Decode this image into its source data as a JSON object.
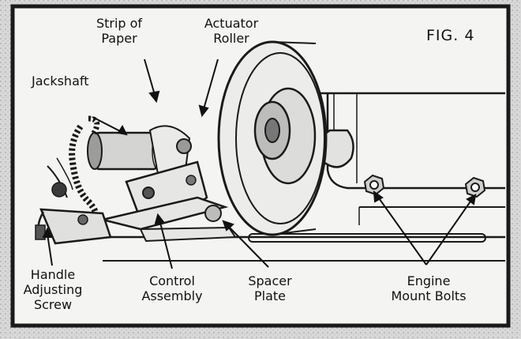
{
  "figure": {
    "id_label": "FIG. 4",
    "labels": {
      "strip_of_paper": [
        "Strip of",
        "Paper"
      ],
      "actuator_roller": [
        "Actuator",
        "Roller"
      ],
      "jackshaft": "Jackshaft",
      "handle_adjusting_screw": [
        "Handle",
        "Adjusting",
        "Screw"
      ],
      "control_assembly": [
        "Control",
        "Assembly"
      ],
      "spacer_plate": [
        "Spacer",
        "Plate"
      ],
      "engine_mount_bolts": [
        "Engine",
        "Mount Bolts"
      ]
    }
  }
}
